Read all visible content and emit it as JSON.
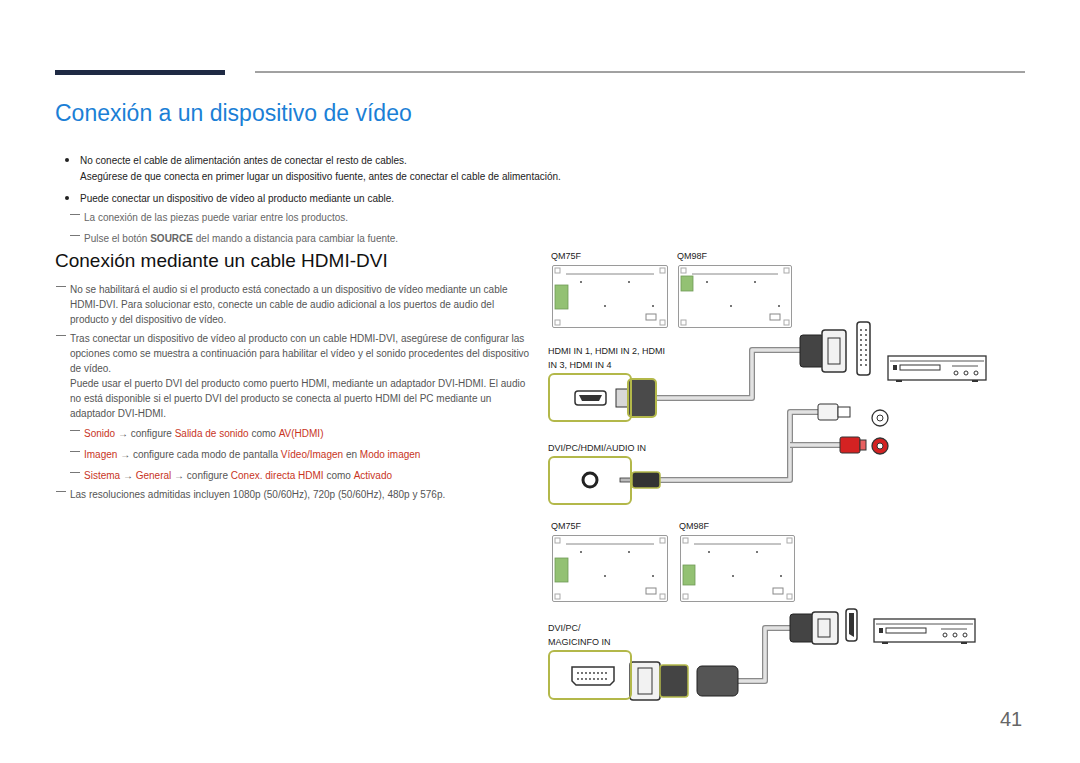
{
  "diagram": {
    "title": "Conexión a un dispositivo de vídeo",
    "nodes": [
      {
        "text": [
          "QM75F"
        ]
      },
      {
        "text": [
          "QM98F"
        ]
      },
      {
        "text": [
          "HDMI IN 1, HDMI IN 2, HDMI IN 3, HDMI IN 4"
        ]
      },
      {
        "text": [
          "DVI/PC/HDMI/AUDIO IN"
        ]
      },
      {
        "text": [
          "QM75F"
        ]
      },
      {
        "text": [
          "QM98F"
        ]
      },
      {
        "text": [
          "DVI/PC/ MAGICINFO IN"
        ]
      }
    ],
    "labels": [
      "No conecte el cable de alimentación antes de conectar el resto de cables.",
      "Asegúrese de que conecta en primer lugar un dispositivo fuente, antes de conectar el cable de alimentación.",
      "Puede conectar un dispositivo de vídeo al producto mediante un cable.",
      "La conexión de las piezas puede variar entre los productos.",
      "Pulse el botón",
      "SOURCE",
      "del mando a distancia para cambiar la fuente.",
      "Conexión mediante un cable HDMI-DVI",
      "No se habilitará el audio si el producto está conectado a un dispositivo de vídeo mediante un cable HDMI-DVI. Para solucionar esto, conecte un cable de audio adicional a los puertos de audio del producto y del dispositivo de vídeo.",
      "Tras conectar un dispositivo de vídeo al producto con un cable HDMI-DVI, asegúrese de configurar las opciones como se muestra a continuación para habilitar el vídeo y el sonido procedentes del dispositivo de vídeo.",
      "Puede usar el puerto DVI del producto como puerto HDMI, mediante un adaptador DVI-HDMI. El audio no está disponible si el puerto DVI del producto se conecta al puerto HDMI del PC mediante un adaptador DVI-HDMI.",
      "Sonido",
      "→ configure",
      "Salida de sonido",
      "como",
      "AV(HDMI)",
      "Imagen",
      "→ configure cada modo de pantalla",
      "Vídeo/Imagen",
      "en",
      "Modo imagen",
      "Sistema",
      "→",
      "General",
      "→ configure",
      "Conex. directa HDMI",
      "como",
      "Activado",
      "Las resoluciones admitidas incluyen 1080p (50/60Hz), 720p (50/60Hz), 480p y 576p.",
      "41"
    ]
  }
}
